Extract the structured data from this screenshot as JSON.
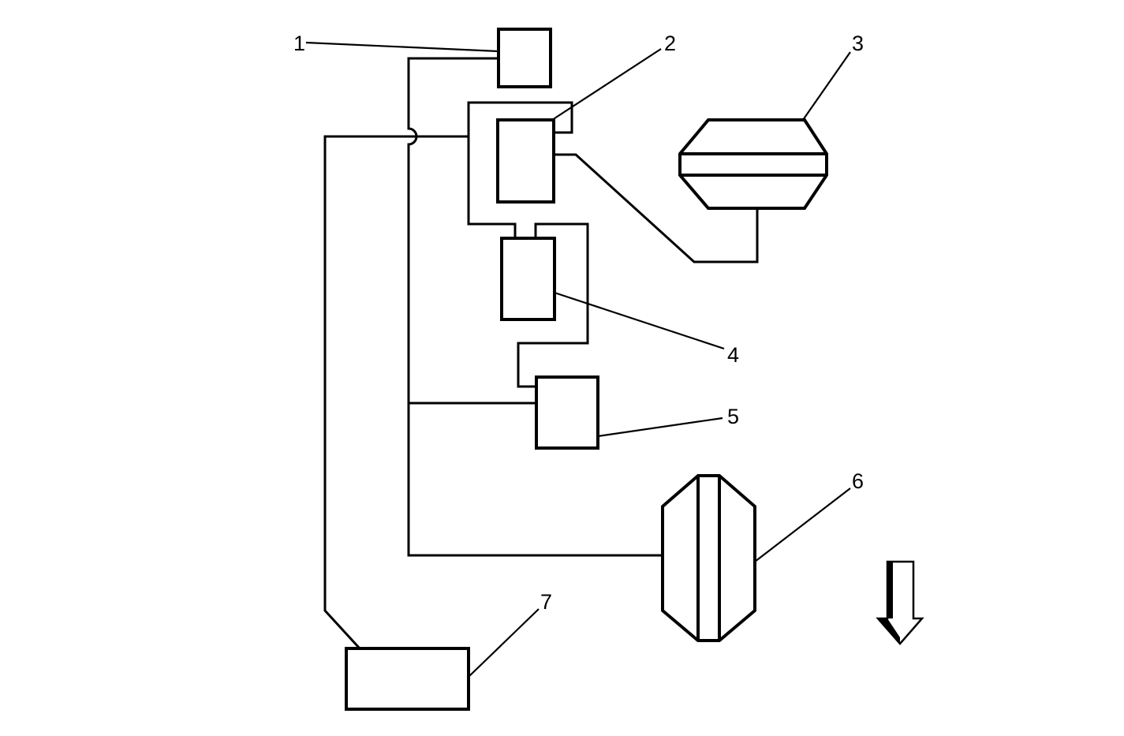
{
  "callouts": {
    "c1": "1",
    "c2": "2",
    "c3": "3",
    "c4": "4",
    "c5": "5",
    "c6": "6",
    "c7": "7"
  },
  "icons": {
    "direction_arrow": "arrow-down-icon"
  },
  "colors": {
    "line": "#000000",
    "background": "#ffffff"
  }
}
